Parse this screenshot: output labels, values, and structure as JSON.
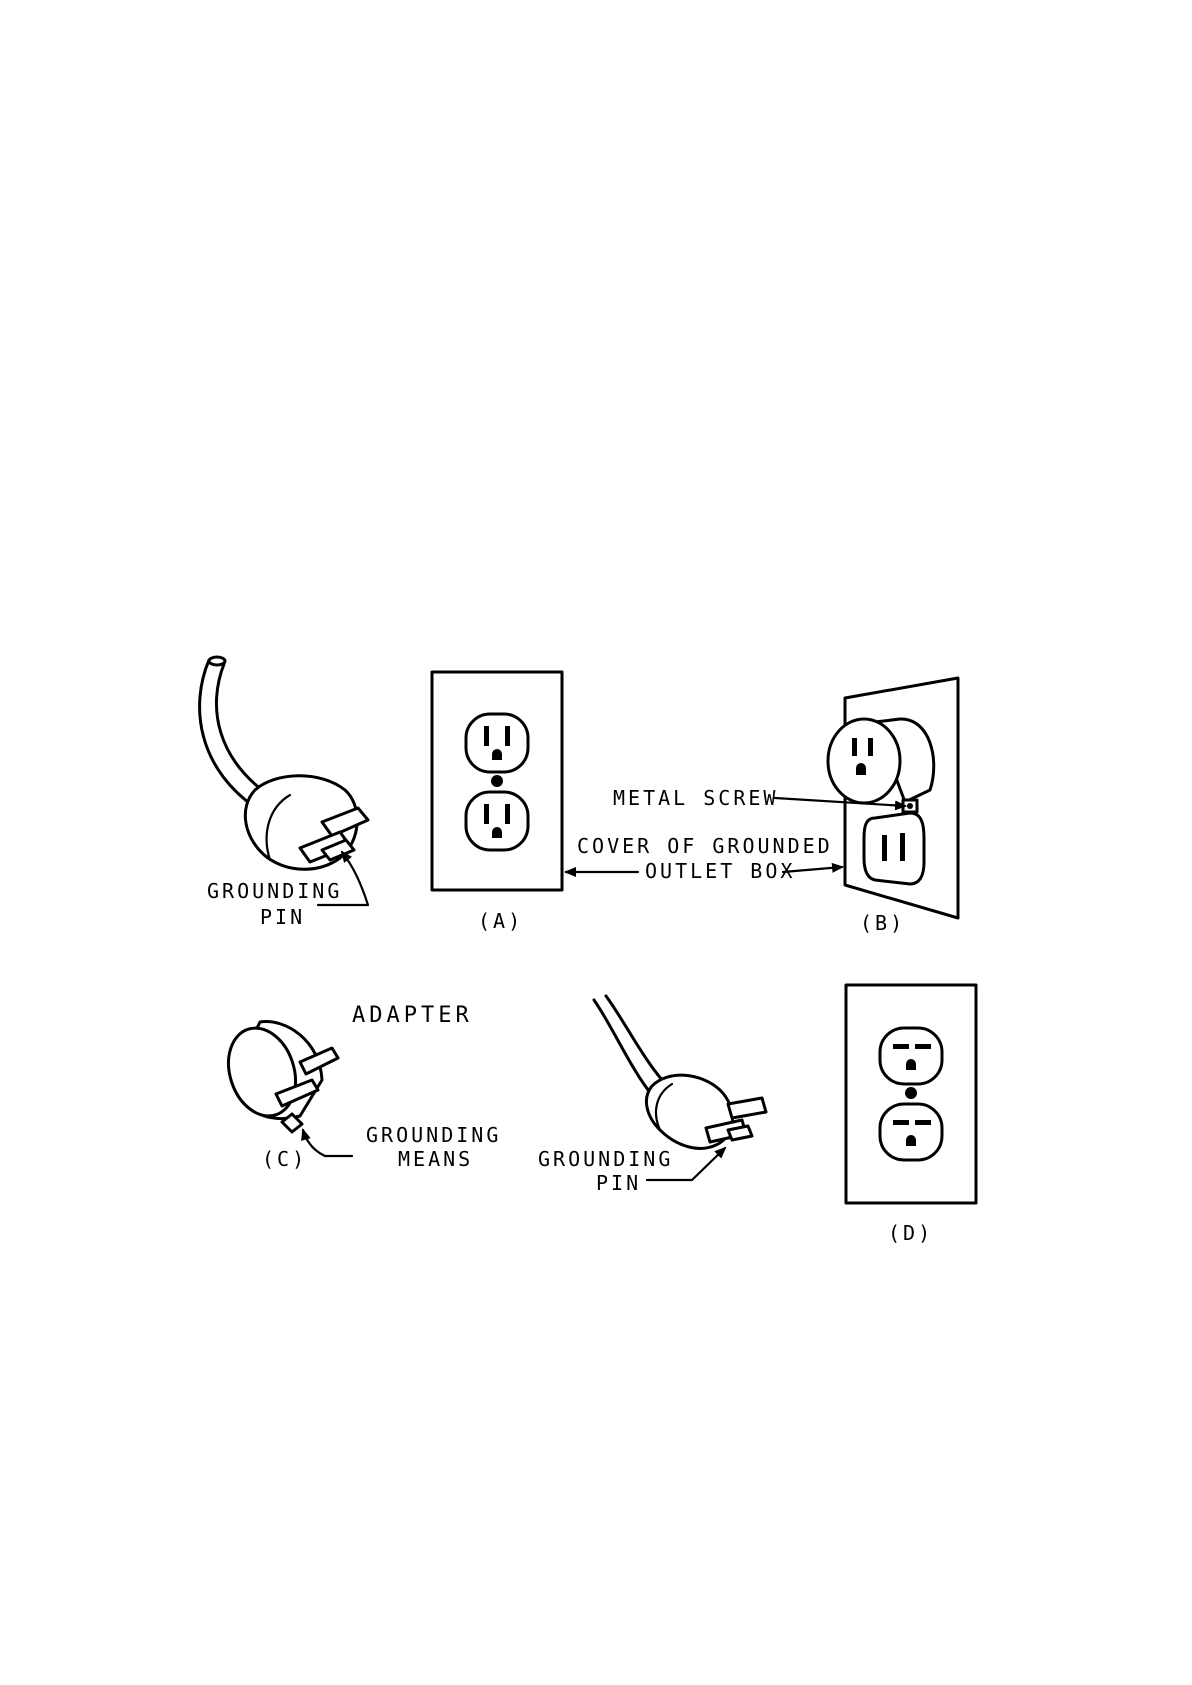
{
  "labels": {
    "grounding_pin_top_line1": "GROUNDING",
    "grounding_pin_top_line2": "PIN",
    "fig_a": "(A)",
    "fig_b": "(B)",
    "metal_screw": "METAL SCREW",
    "cover_line1": "COVER OF GROUNDED",
    "cover_line2": "OUTLET BOX",
    "adapter": "ADAPTER",
    "grounding_means_line1": "GROUNDING",
    "grounding_means_line2": "MEANS",
    "fig_c": "(C)",
    "grounding_pin_bottom_line1": "GROUNDING",
    "grounding_pin_bottom_line2": "PIN",
    "fig_d": "(D)"
  },
  "icons": {
    "plug_top": "three-prong-plug-icon",
    "outlet_a": "duplex-grounded-outlet-icon",
    "outlet_b": "adapter-on-wall-outlet-icon",
    "adapter_c": "two-prong-adapter-icon",
    "plug_bottom": "three-prong-plug-icon",
    "outlet_d": "duplex-grounded-outlet-icon"
  },
  "colors": {
    "ink": "#000000",
    "paper": "#ffffff"
  }
}
